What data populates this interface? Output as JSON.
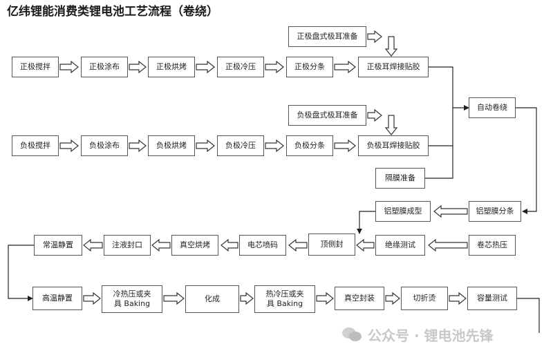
{
  "title": "亿纬锂能消费类锂电池工艺流程（卷绕）",
  "nodes": [
    {
      "id": "n1",
      "text": "正极搅拌"
    },
    {
      "id": "n2",
      "text": "正极涂布"
    },
    {
      "id": "n3",
      "text": "正极烘烤"
    },
    {
      "id": "n4",
      "text": "正极冷压"
    },
    {
      "id": "n5",
      "text": "正极分条"
    },
    {
      "id": "n6",
      "text": "正极耳焊接贴胶"
    },
    {
      "id": "n7",
      "text": "正极盘式极耳准备"
    },
    {
      "id": "n8",
      "text": "负极搅拌"
    },
    {
      "id": "n9",
      "text": "负极涂布"
    },
    {
      "id": "n10",
      "text": "负极烘烤"
    },
    {
      "id": "n11",
      "text": "负极冷压"
    },
    {
      "id": "n12",
      "text": "负极分条"
    },
    {
      "id": "n13",
      "text": "负极耳焊接贴胶"
    },
    {
      "id": "n14",
      "text": "负极盘式极耳准备"
    },
    {
      "id": "n15",
      "text": "隔膜准备"
    },
    {
      "id": "n16",
      "text": "自动卷绕"
    },
    {
      "id": "n17",
      "text": "铝塑膜分条"
    },
    {
      "id": "n18",
      "text": "铝塑膜成型"
    },
    {
      "id": "n19",
      "text": "卷芯热压"
    },
    {
      "id": "n20",
      "text": "绝缘测试"
    },
    {
      "id": "n21",
      "text": "顶侧封"
    },
    {
      "id": "n22",
      "text": "电芯喷码"
    },
    {
      "id": "n23",
      "text": "真空烘烤"
    },
    {
      "id": "n24",
      "text": "注液封口"
    },
    {
      "id": "n25",
      "text": "常温静置"
    },
    {
      "id": "n26",
      "text": "高温静置"
    },
    {
      "id": "n27",
      "text": "冷热压或夹\n具 Baking"
    },
    {
      "id": "n28",
      "text": "化成"
    },
    {
      "id": "n29",
      "text": "热冷压或夹\n具 Baking"
    },
    {
      "id": "n30",
      "text": "真空封装"
    },
    {
      "id": "n31",
      "text": "切折烫"
    },
    {
      "id": "n32",
      "text": "容量测试"
    }
  ],
  "watermark": {
    "text": "公众号 · 锂电池先锋"
  }
}
